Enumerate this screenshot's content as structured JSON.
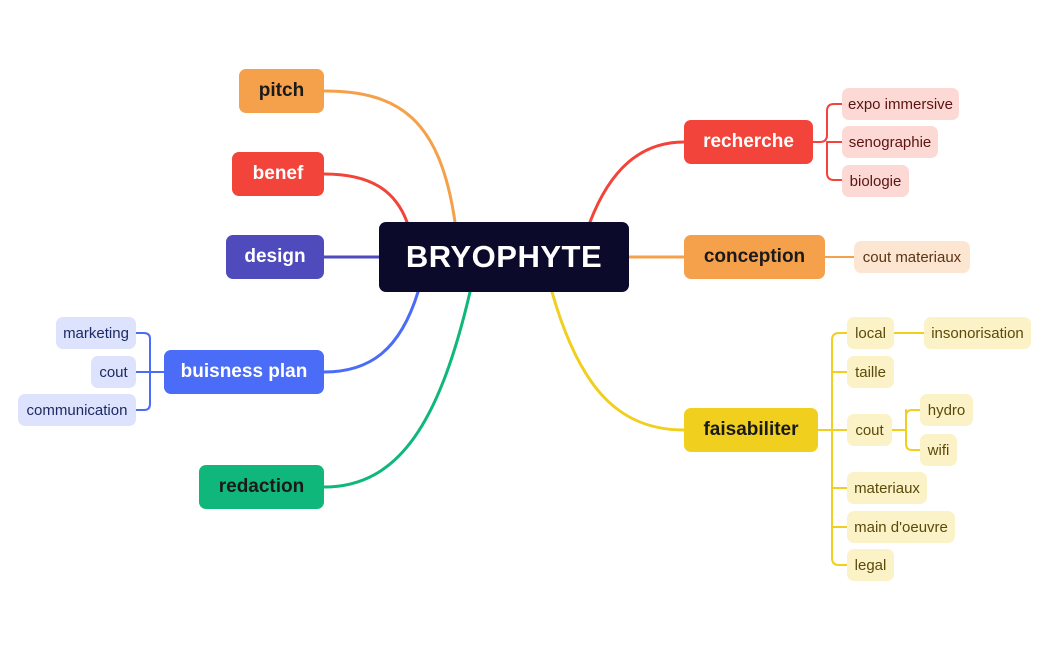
{
  "root": {
    "label": "BRYOPHYTE"
  },
  "left_branches": {
    "pitch": "pitch",
    "benef": "benef",
    "design": "design",
    "business_plan": {
      "label": "buisness plan",
      "children": [
        "marketing",
        "cout",
        "communication"
      ]
    },
    "redaction": "redaction"
  },
  "right_branches": {
    "recherche": {
      "label": "recherche",
      "children": [
        "expo immersive",
        "senographie",
        "biologie"
      ]
    },
    "conception": {
      "label": "conception",
      "children": [
        "cout materiaux"
      ]
    },
    "faisabiliter": {
      "label": "faisabiliter",
      "local": {
        "label": "local",
        "children": [
          "insonorisation"
        ]
      },
      "taille": "taille",
      "cout": {
        "label": "cout",
        "children": [
          "hydro",
          "wifi"
        ]
      },
      "materiaux": "materiaux",
      "main_doeuvre": "main d'oeuvre",
      "legal": "legal"
    }
  },
  "colors": {
    "root": "#0b0a2a",
    "pitch": "#f5a04a",
    "benef": "#f2443a",
    "design": "#4f4bbd",
    "business_plan": "#4a6cf7",
    "redaction": "#10b77a",
    "recherche": "#f2443a",
    "conception": "#f5a04a",
    "faisabiliter": "#f0cf1e"
  }
}
